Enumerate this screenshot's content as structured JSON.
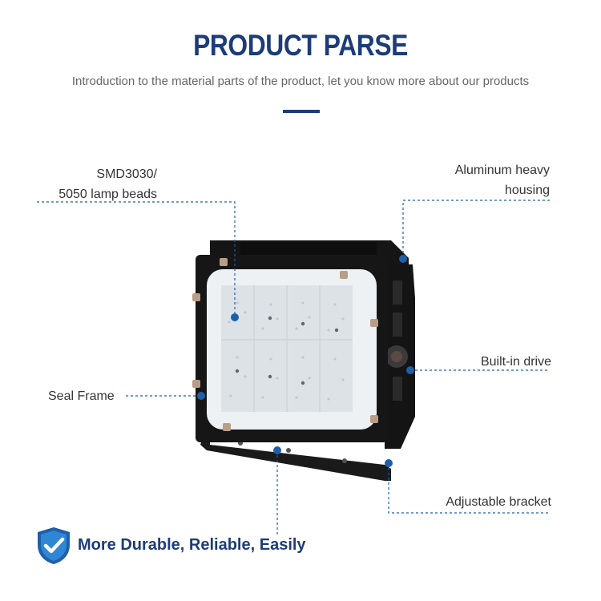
{
  "header": {
    "title": "PRODUCT PARSE",
    "subtitle": "Introduction to the material parts of the product, let you know more about our products"
  },
  "callouts": {
    "lamp_beads": {
      "line1": "SMD3030/",
      "line2": "5050 lamp beads"
    },
    "housing": {
      "line1": "Aluminum heavy",
      "line2": "housing"
    },
    "drive": {
      "label": "Built-in drive"
    },
    "seal_frame": {
      "label": "Seal Frame"
    },
    "bracket": {
      "label": "Adjustable bracket"
    }
  },
  "footer": {
    "badge_icon": "shield-check-icon",
    "tagline": "More Durable, Reliable, Easily"
  },
  "colors": {
    "brand_blue": "#1c3c7a",
    "leader_line": "#1f5fa8",
    "housing_black": "#1a1a1a",
    "led_panel": "#e8ecf0"
  }
}
